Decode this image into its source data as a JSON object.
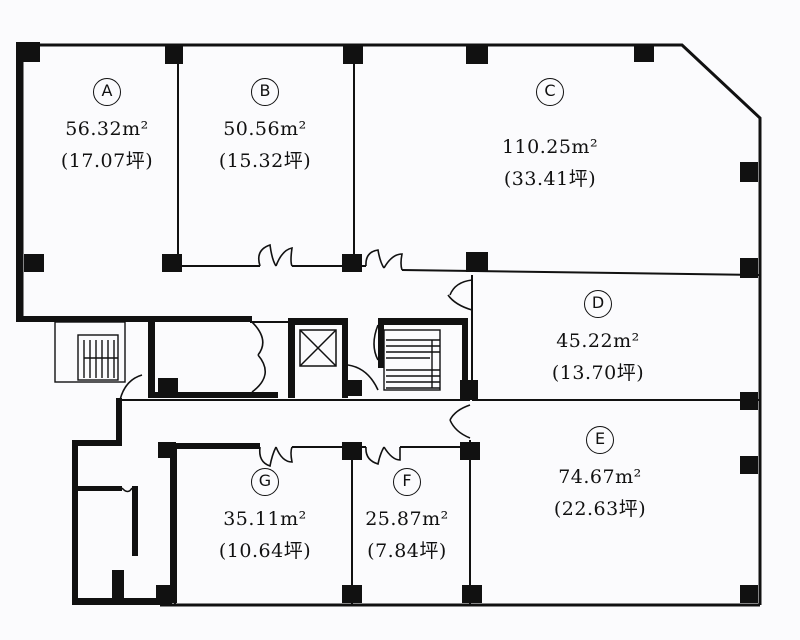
{
  "units": {
    "sqm": "m²"
  },
  "rooms": [
    {
      "id": "A",
      "letter": "Ⓐ",
      "area": "56.32",
      "tsubo": "(17.07坪)"
    },
    {
      "id": "B",
      "letter": "Ⓑ",
      "area": "50.56",
      "tsubo": "(15.32坪)"
    },
    {
      "id": "C",
      "letter": "Ⓒ",
      "area": "110.25",
      "tsubo": "(33.41坪)"
    },
    {
      "id": "D",
      "letter": "Ⓓ",
      "area": "45.22",
      "tsubo": "(13.70坪)"
    },
    {
      "id": "E",
      "letter": "Ⓔ",
      "area": "74.67",
      "tsubo": "(22.63坪)"
    },
    {
      "id": "F",
      "letter": "Ⓕ",
      "area": "25.87",
      "tsubo": "(7.84坪)"
    },
    {
      "id": "G",
      "letter": "Ⓖ",
      "area": "35.11",
      "tsubo": "(10.64坪)"
    }
  ]
}
